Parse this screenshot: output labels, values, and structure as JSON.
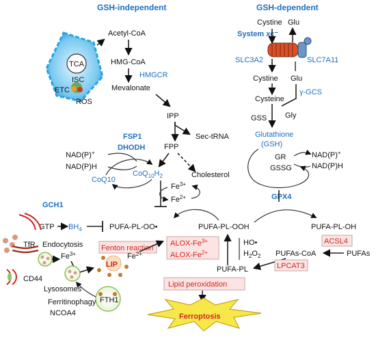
{
  "headers": {
    "gsh_independent": "GSH-independent",
    "gsh_dependent": "GSH-dependent"
  },
  "mito": {
    "tca": "TCA",
    "isc": "ISC",
    "etc": "ETC",
    "ros": "ROS"
  },
  "mevalonate": {
    "acetyl_coa": "Acetyl-CoA",
    "hmg_coa": "HMG-CoA",
    "hmgcr": "HMGCR",
    "mevalonate": "Mevalonate",
    "ipp": "IPP",
    "sec_trna": "Sec-tRNA",
    "fpp": "FPP",
    "cholesterol": "Cholesterol"
  },
  "fsp1": {
    "fsp1": "FSP1",
    "dhodh": "DHODH",
    "nadp_plus": "NAD(P)",
    "nadph": "NAD(P)H",
    "coq10": "CoQ10",
    "coq10h2": "CoQ",
    "coq_sub": "10",
    "coq_h": "H",
    "coq_h2": "2"
  },
  "iron_cycle": {
    "fe3": "Fe",
    "fe3_sup": "3+",
    "fe2": "Fe",
    "fe2_sup": "2+"
  },
  "gch1": {
    "gch1": "GCH1",
    "gtp": "GTP",
    "bh4": "BH",
    "bh4_sub": "4"
  },
  "lipids": {
    "pufa_pl_oo": "PUFA-PL-OO•",
    "pufa_pl_ooh": "PUFA-PL-OOH",
    "pufa_pl_oh": "PUFA-PL-OH",
    "pufa_pl": "PUFA-PL",
    "pufas_coa": "PUFAs-CoA",
    "pufas": "PUFAs",
    "acsl4": "ACSL4",
    "lpcat3": "LPCAT3",
    "gpx4": "GPX4"
  },
  "alox": {
    "alox_fe3": "ALOX-Fe",
    "alox_fe3_sup": "3+",
    "alox_fe2": "ALOX-Fe",
    "alox_fe2_sup": "2+",
    "ho": "HO•",
    "h2o2": "H",
    "h2o2_sub": "2",
    "h2o2_o": "O",
    "h2o2_sub2": "2"
  },
  "system_xc": {
    "title": "System xc⁻",
    "cystine_out": "Cystine",
    "glu_out": "Glu",
    "slc3a2": "SLC3A2",
    "slc7a11": "SLC7A11",
    "cystine_in": "Cystine",
    "glu_in": "Glu",
    "cysteine": "Cysteine",
    "gamma_gcs": "γ-GCS",
    "gly": "Gly",
    "gss": "GSS",
    "glutathione": "Glutathione",
    "gsh": "(GSH)",
    "gr": "GR",
    "gssg": "GSSG",
    "nadp_plus": "NAD(P)",
    "nadph": "NAD(P)H"
  },
  "iron_uptake": {
    "tfr": "TfR",
    "cd44": "CD44",
    "endocytosis": "Endocytosis",
    "fe3": "Fe",
    "fe3_sup": "3+",
    "fenton": "Fenton reaction",
    "lip": "LIP",
    "fe2": "Fe",
    "fe2_sup": "2+",
    "lysosomes": "Lysosomes",
    "ferritinophagy": "Ferritinophagy",
    "ncoa4": "NCOA4",
    "fth1": "FTH1"
  },
  "outcome": {
    "lipid_peroxidation": "Lipid peroxidation",
    "ferroptosis": "Ferroptosis"
  },
  "colors": {
    "accent_blue": "#1f6fbf",
    "alert_red": "#d0261f",
    "ferroptosis_yellow": "#f7e84a"
  }
}
